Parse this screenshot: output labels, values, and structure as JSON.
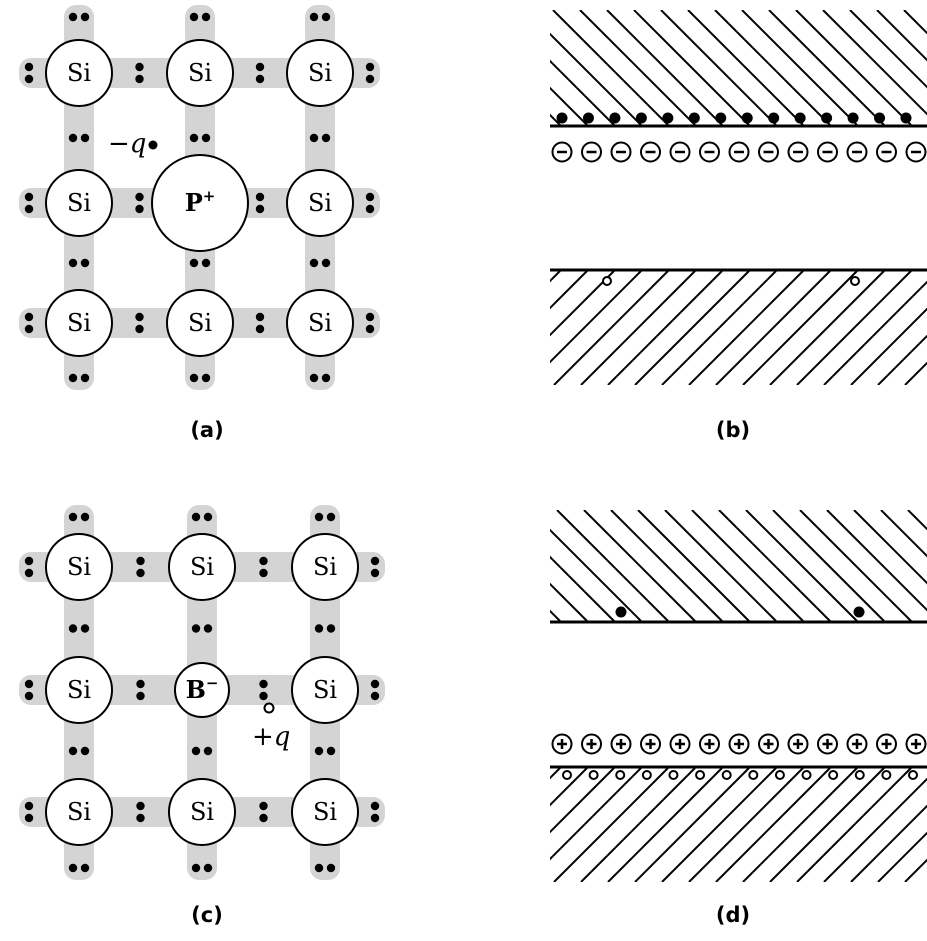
{
  "colors": {
    "ink": "#000000",
    "bond_shade": "#d4d4d4",
    "background": "#ffffff"
  },
  "panels": [
    {
      "id": "a",
      "caption": "(a)",
      "kind": "lattice",
      "atoms": [
        [
          "Si",
          "Si",
          "Si"
        ],
        [
          "Si",
          "P+",
          "Si"
        ],
        [
          "Si",
          "Si",
          "Si"
        ]
      ],
      "dopant": {
        "symbol": "P",
        "charge_sign": "+",
        "large": true
      },
      "carrier": {
        "label": "−q",
        "type": "electron"
      }
    },
    {
      "id": "b",
      "caption": "(b)",
      "kind": "band",
      "conduction_band_hatch": "backslash",
      "valence_band_hatch": "slash",
      "fixed_ions": {
        "sign": "−",
        "count": 13,
        "row": "below-conduction"
      },
      "conduction_carriers": {
        "type": "electron",
        "count": 14
      },
      "valence_carriers": {
        "type": "hole",
        "count": 2
      }
    },
    {
      "id": "c",
      "caption": "(c)",
      "kind": "lattice",
      "atoms": [
        [
          "Si",
          "Si",
          "Si"
        ],
        [
          "Si",
          "B−",
          "Si"
        ],
        [
          "Si",
          "Si",
          "Si"
        ]
      ],
      "dopant": {
        "symbol": "B",
        "charge_sign": "−",
        "large": false
      },
      "carrier": {
        "label": "+q",
        "type": "hole"
      }
    },
    {
      "id": "d",
      "caption": "(d)",
      "kind": "band",
      "conduction_band_hatch": "backslash",
      "valence_band_hatch": "slash",
      "fixed_ions": {
        "sign": "+",
        "count": 13,
        "row": "above-valence"
      },
      "conduction_carriers": {
        "type": "electron",
        "count": 2
      },
      "valence_carriers": {
        "type": "hole",
        "count": 14
      }
    }
  ]
}
